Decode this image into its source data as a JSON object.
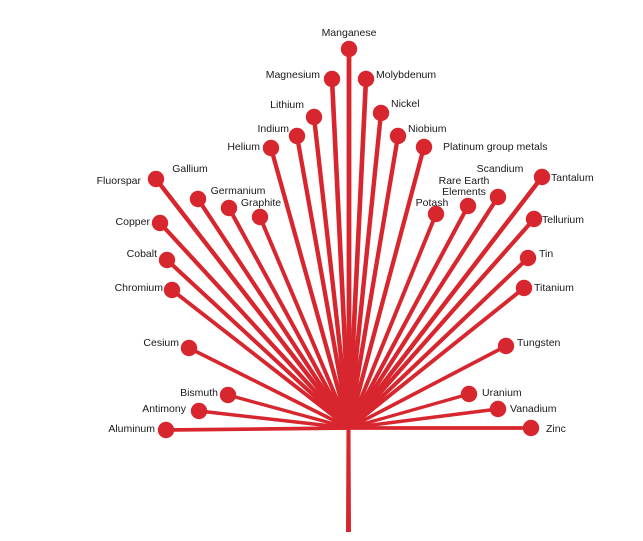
{
  "colors": {
    "accent": "#d7262e",
    "text": "#1a1a1a"
  },
  "minerals": [
    {
      "name": "Manganese"
    },
    {
      "name": "Magnesium"
    },
    {
      "name": "Molybdenum"
    },
    {
      "name": "Lithium"
    },
    {
      "name": "Nickel"
    },
    {
      "name": "Indium"
    },
    {
      "name": "Niobium"
    },
    {
      "name": "Helium"
    },
    {
      "name": "Platinum group metals"
    },
    {
      "name": "Gallium"
    },
    {
      "name": "Scandium"
    },
    {
      "name": "Fluorspar"
    },
    {
      "name": "Rare Earth Elements",
      "lines": [
        "Rare Earth",
        "Elements"
      ]
    },
    {
      "name": "Tantalum"
    },
    {
      "name": "Germanium"
    },
    {
      "name": "Graphite"
    },
    {
      "name": "Potash"
    },
    {
      "name": "Copper"
    },
    {
      "name": "Tellurium"
    },
    {
      "name": "Cobalt"
    },
    {
      "name": "Tin"
    },
    {
      "name": "Chromium"
    },
    {
      "name": "Titanium"
    },
    {
      "name": "Cesium"
    },
    {
      "name": "Tungsten"
    },
    {
      "name": "Bismuth"
    },
    {
      "name": "Uranium"
    },
    {
      "name": "Antimony"
    },
    {
      "name": "Vanadium"
    },
    {
      "name": "Aluminum"
    },
    {
      "name": "Zinc"
    }
  ]
}
